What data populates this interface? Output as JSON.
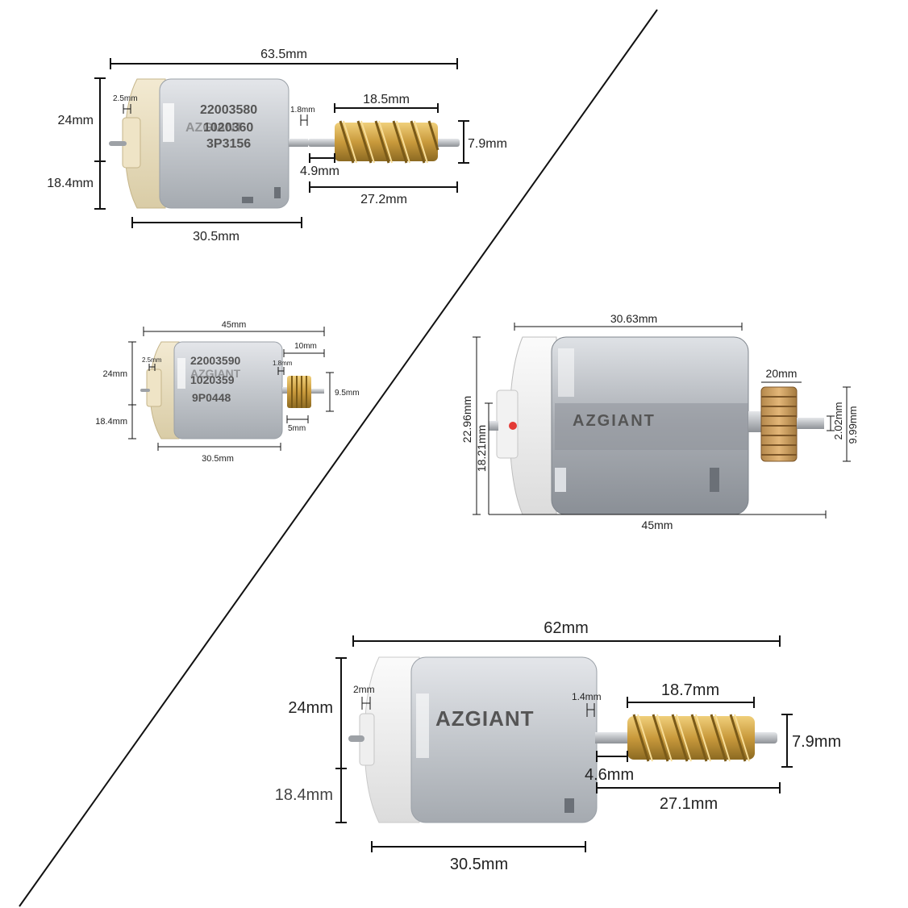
{
  "colors": {
    "background": "#ffffff",
    "can": "#c9ccd1",
    "can_dark": "#9ea3aa",
    "endcap": "#e9dfc3",
    "brass": "#c9a24a",
    "brass_dark": "#8c6a22",
    "shaft": "#b9bcc0",
    "dim_line": "#111111",
    "red_dot": "#e43a36"
  },
  "divider": {
    "name": "diagonal-divider-line"
  },
  "motor1": {
    "markings": [
      "22003580",
      "1020360",
      "3P3156"
    ],
    "brand": "AZGIANT",
    "labels": {
      "total_length": "63.5mm",
      "height_top": "24mm",
      "height_bottom": "18.4mm",
      "endcap_pin": "2.5mm",
      "shaft_gap": "1.8mm",
      "worm_length": "18.5mm",
      "worm_diameter": "7.9mm",
      "shaft_offset": "4.9mm",
      "shaft_length": "27.2mm",
      "body_length": "30.5mm"
    }
  },
  "motor2": {
    "markings": [
      "22003590",
      "1020359",
      "9P0448"
    ],
    "brand": "AZGIANT",
    "labels": {
      "total_length": "45mm",
      "height_top": "24mm",
      "height_bottom": "18.4mm",
      "endcap_pin": "2.5mm",
      "shaft_gap": "1.8mm",
      "gear_length": "10mm",
      "gear_diameter": "9.5mm",
      "gear_offset": "5mm",
      "body_length": "30.5mm"
    }
  },
  "motor3": {
    "brand": "AZGIANT",
    "labels": {
      "body_length": "30.63mm",
      "gear_width": "20mm",
      "height_outer": "22.96mm",
      "height_inner": "18.21mm",
      "shaft_diameter": "2.02mm",
      "gear_diameter": "9.99mm",
      "total_length": "45mm"
    }
  },
  "motor4": {
    "brand": "AZGIANT",
    "labels": {
      "total_length": "62mm",
      "height_top": "24mm",
      "height_bottom": "18.4mm",
      "endcap_pin": "2mm",
      "shaft_gap": "1.4mm",
      "worm_length": "18.7mm",
      "worm_diameter": "7.9mm",
      "shaft_offset": "4.6mm",
      "shaft_length": "27.1mm",
      "body_length": "30.5mm"
    }
  }
}
